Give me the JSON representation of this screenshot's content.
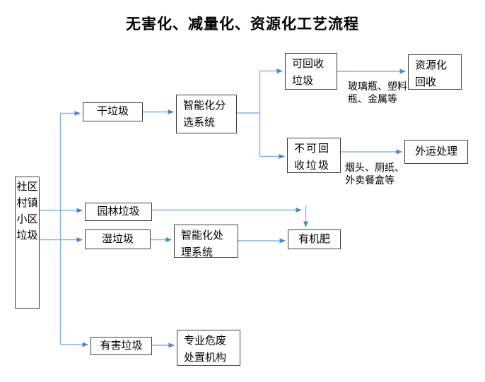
{
  "title": "无害化、减量化、资源化工艺流程",
  "colors": {
    "connector_line": "#85b3e2",
    "arrowhead": "#4d86c8",
    "box_border": "#3f3f3f",
    "text": "#000000",
    "background": "#ffffff"
  },
  "nodes": {
    "source": {
      "label": "社区村镇小区垃圾"
    },
    "dry_waste": {
      "label": "干垃圾"
    },
    "sorting_system": {
      "label": [
        "智能化分",
        "选系统"
      ]
    },
    "recyclable_waste": {
      "label": [
        "可回收",
        "垃圾"
      ]
    },
    "resource_recovery": {
      "label": [
        "资源化",
        "回收"
      ]
    },
    "non_recyclable_waste": {
      "label": [
        "不可回",
        "收垃圾"
      ]
    },
    "outbound_treatment": {
      "label": "外运处理"
    },
    "garden_waste": {
      "label": "园林垃圾"
    },
    "wet_waste": {
      "label": "湿垃圾"
    },
    "processing_system": {
      "label": [
        "智能化处",
        "理系统"
      ]
    },
    "organic_fertilizer": {
      "label": "有机肥"
    },
    "hazardous_waste": {
      "label": "有害垃圾"
    },
    "hazardous_disposal": {
      "label": [
        "专业危废",
        "处置机构"
      ]
    }
  },
  "edge_labels": {
    "recyclable_examples": [
      "玻璃瓶、塑料",
      "瓶、金属等"
    ],
    "non_recyclable_examples": [
      "烟头、厕纸、",
      "外卖餐盒等"
    ]
  }
}
